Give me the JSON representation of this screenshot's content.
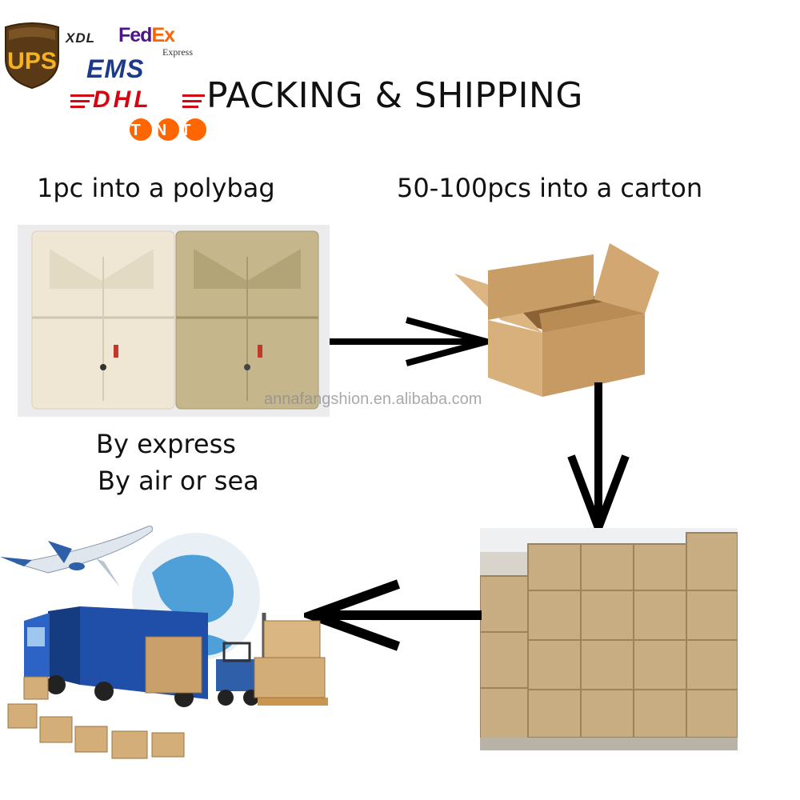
{
  "title": "PACKING & SHIPPING",
  "logos": {
    "ups": "UPS",
    "xdl": "XDL",
    "fedex_fed": "Fed",
    "fedex_ex": "Ex",
    "fedex_sub": "Express",
    "ems": "EMS",
    "dhl": "DHL",
    "tnt": "TNT"
  },
  "steps": {
    "polybag": "1pc into a polybag",
    "carton": "50-100pcs into a carton",
    "express": "By express",
    "air_sea": "By air or sea"
  },
  "watermark": "annafangshion.en.alibaba.com",
  "colors": {
    "ups_brown": "#5a3a16",
    "ups_gold": "#f5b320",
    "fedex_purple": "#4d148c",
    "fedex_orange": "#ff6200",
    "ems_blue": "#1d3a8a",
    "dhl_red": "#d40511",
    "tnt_orange": "#ff6600",
    "carton": "#c9a06a",
    "arrow": "#000000"
  },
  "icons": [
    "ups-logo",
    "xdl-logo",
    "fedex-logo",
    "ems-logo",
    "dhl-logo",
    "tnt-logo",
    "cardboard-box-icon",
    "airplane-icon",
    "globe-icon",
    "truck-icon",
    "forklift-icon",
    "arrow-right-icon",
    "arrow-down-icon",
    "arrow-left-icon"
  ]
}
